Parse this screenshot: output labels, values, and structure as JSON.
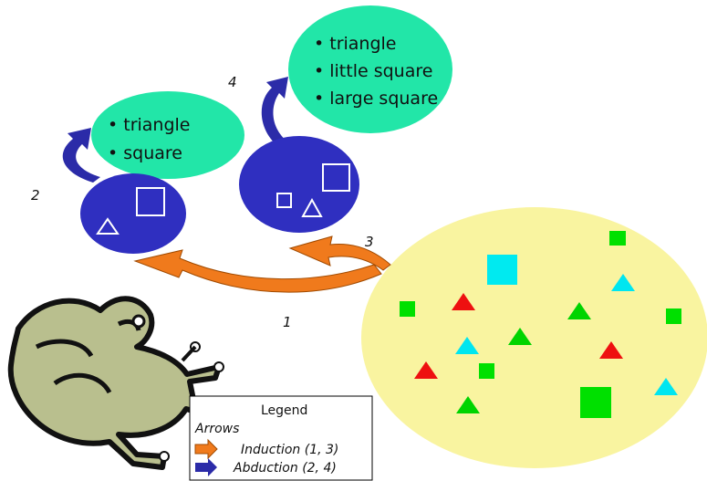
{
  "bubbles": {
    "left": {
      "items": [
        "• triangle",
        "• square"
      ]
    },
    "right": {
      "items": [
        "• triangle",
        "• little square",
        "• large square"
      ]
    }
  },
  "step_labels": {
    "one": "1",
    "two": "2",
    "three": "3",
    "four": "4"
  },
  "legend": {
    "title": "Legend",
    "section": "Arrows",
    "induction": "Induction (1, 3)",
    "abduction": "Abduction (2, 4)"
  },
  "colors": {
    "bubble_green": "#22e6a8",
    "ellipse_blue": "#2f2fc0",
    "yellow_field": "#f9f4a0",
    "induction_orange": "#f07a1c",
    "abduction_blue": "#2b2ba8",
    "frog_green": "#b9bf8e"
  },
  "icons": {
    "frog": "frog-icon"
  }
}
